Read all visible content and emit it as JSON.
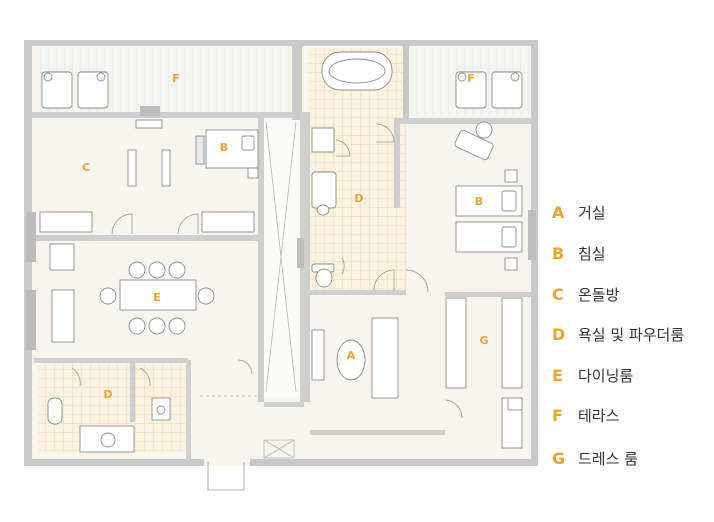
{
  "colors": {
    "accent": "#f0a32a",
    "wall": "#c9c9c9",
    "wall_dark": "#b5b5b5",
    "floor": "#f7f5ee",
    "tile_line": "#e6dcc5",
    "line": "#9a9a9a"
  },
  "plan": {
    "rooms": [
      {
        "id": "F_left",
        "letter": "F"
      },
      {
        "id": "F_right",
        "letter": "F"
      },
      {
        "id": "C",
        "letter": "C"
      },
      {
        "id": "B_top",
        "letter": "B"
      },
      {
        "id": "B_right",
        "letter": "B"
      },
      {
        "id": "D_center",
        "letter": "D"
      },
      {
        "id": "E",
        "letter": "E"
      },
      {
        "id": "A",
        "letter": "A"
      },
      {
        "id": "G",
        "letter": "G"
      },
      {
        "id": "D_bottom",
        "letter": "D"
      }
    ]
  },
  "legend": [
    {
      "letter": "A",
      "label": "거실"
    },
    {
      "letter": "B",
      "label": "침실"
    },
    {
      "letter": "C",
      "label": "온돌방"
    },
    {
      "letter": "D",
      "label": "욕실 및 파우더룸"
    },
    {
      "letter": "E",
      "label": "다이닝룸"
    },
    {
      "letter": "F",
      "label": "테라스"
    },
    {
      "letter": "G",
      "label": "드레스 룸"
    }
  ]
}
